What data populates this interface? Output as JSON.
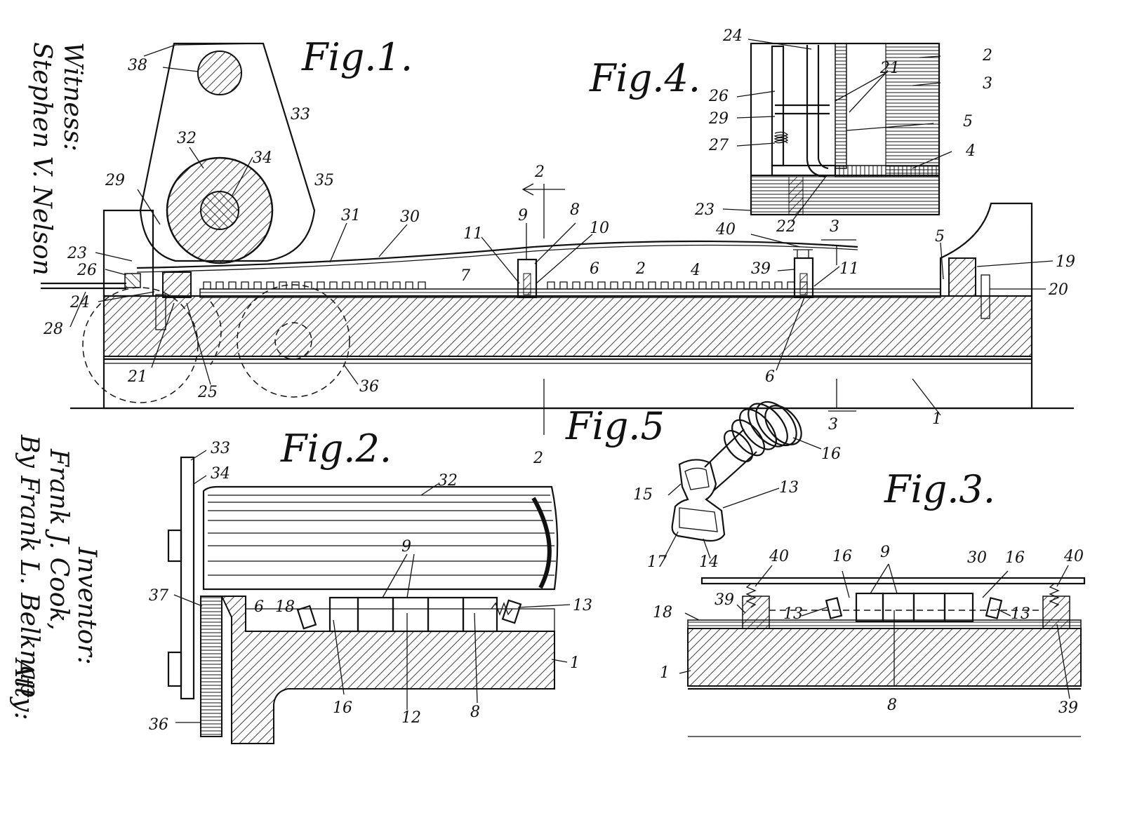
{
  "figures": {
    "fig1": "Fig.1.",
    "fig2": "Fig.2.",
    "fig3": "Fig.3.",
    "fig4": "Fig.4.",
    "fig5": "Fig.5"
  },
  "witness": {
    "heading": "Witness:",
    "name": "Stephen V. Nelson"
  },
  "inventor": {
    "heading": "Inventor:",
    "name": "Frank J. Cook,",
    "by_line": "By Frank L. Belknap",
    "atty": "Atty:"
  },
  "labels": [
    {
      "id": "f1-38",
      "text": "38"
    },
    {
      "id": "f1-33",
      "text": "33"
    },
    {
      "id": "f1-32",
      "text": "32"
    },
    {
      "id": "f1-34",
      "text": "34"
    },
    {
      "id": "f1-35",
      "text": "35"
    },
    {
      "id": "f1-29",
      "text": "29"
    },
    {
      "id": "f1-31",
      "text": "31"
    },
    {
      "id": "f1-30",
      "text": "30"
    },
    {
      "id": "f1-2top",
      "text": "2"
    },
    {
      "id": "f1-9",
      "text": "9"
    },
    {
      "id": "f1-8",
      "text": "8"
    },
    {
      "id": "f1-10",
      "text": "10"
    },
    {
      "id": "f1-11a",
      "text": "11"
    },
    {
      "id": "f1-6a",
      "text": "6"
    },
    {
      "id": "f1-7",
      "text": "7"
    },
    {
      "id": "f1-2mid",
      "text": "2"
    },
    {
      "id": "f1-4",
      "text": "4"
    },
    {
      "id": "f1-40",
      "text": "40"
    },
    {
      "id": "f1-3top",
      "text": "3"
    },
    {
      "id": "f1-39",
      "text": "39"
    },
    {
      "id": "f1-11b",
      "text": "11"
    },
    {
      "id": "f1-5",
      "text": "5"
    },
    {
      "id": "f1-19",
      "text": "19"
    },
    {
      "id": "f1-20",
      "text": "20"
    },
    {
      "id": "f1-23",
      "text": "23"
    },
    {
      "id": "f1-26",
      "text": "26"
    },
    {
      "id": "f1-24",
      "text": "24"
    },
    {
      "id": "f1-28",
      "text": "28"
    },
    {
      "id": "f1-21",
      "text": "21"
    },
    {
      "id": "f1-25",
      "text": "25"
    },
    {
      "id": "f1-36",
      "text": "36"
    },
    {
      "id": "f1-6b",
      "text": "6"
    },
    {
      "id": "f1-1",
      "text": "1"
    },
    {
      "id": "f1-3bot",
      "text": "3"
    },
    {
      "id": "f1-2bot",
      "text": "2"
    },
    {
      "id": "f4-24",
      "text": "24"
    },
    {
      "id": "f4-2",
      "text": "2"
    },
    {
      "id": "f4-21",
      "text": "21"
    },
    {
      "id": "f4-3",
      "text": "3"
    },
    {
      "id": "f4-26",
      "text": "26"
    },
    {
      "id": "f4-29",
      "text": "29"
    },
    {
      "id": "f4-5",
      "text": "5"
    },
    {
      "id": "f4-27",
      "text": "27"
    },
    {
      "id": "f4-4",
      "text": "4"
    },
    {
      "id": "f4-23",
      "text": "23"
    },
    {
      "id": "f4-22",
      "text": "22"
    },
    {
      "id": "f2-33",
      "text": "33"
    },
    {
      "id": "f2-34",
      "text": "34"
    },
    {
      "id": "f2-32",
      "text": "32"
    },
    {
      "id": "f2-9",
      "text": "9"
    },
    {
      "id": "f2-37",
      "text": "37"
    },
    {
      "id": "f2-6",
      "text": "6"
    },
    {
      "id": "f2-18",
      "text": "18"
    },
    {
      "id": "f2-13",
      "text": "13"
    },
    {
      "id": "f2-1",
      "text": "1"
    },
    {
      "id": "f2-16",
      "text": "16"
    },
    {
      "id": "f2-12",
      "text": "12"
    },
    {
      "id": "f2-8",
      "text": "8"
    },
    {
      "id": "f2-36",
      "text": "36"
    },
    {
      "id": "f5-16",
      "text": "16"
    },
    {
      "id": "f5-15",
      "text": "15"
    },
    {
      "id": "f5-13",
      "text": "13"
    },
    {
      "id": "f5-17",
      "text": "17"
    },
    {
      "id": "f5-14",
      "text": "14"
    },
    {
      "id": "f3-40a",
      "text": "40"
    },
    {
      "id": "f3-16a",
      "text": "16"
    },
    {
      "id": "f3-9",
      "text": "9"
    },
    {
      "id": "f3-30",
      "text": "30"
    },
    {
      "id": "f3-16b",
      "text": "16"
    },
    {
      "id": "f3-40b",
      "text": "40"
    },
    {
      "id": "f3-39a",
      "text": "39"
    },
    {
      "id": "f3-18",
      "text": "18"
    },
    {
      "id": "f3-13a",
      "text": "13"
    },
    {
      "id": "f3-13b",
      "text": "13"
    },
    {
      "id": "f3-1",
      "text": "1"
    },
    {
      "id": "f3-8",
      "text": "8"
    },
    {
      "id": "f3-39b",
      "text": "39"
    }
  ]
}
